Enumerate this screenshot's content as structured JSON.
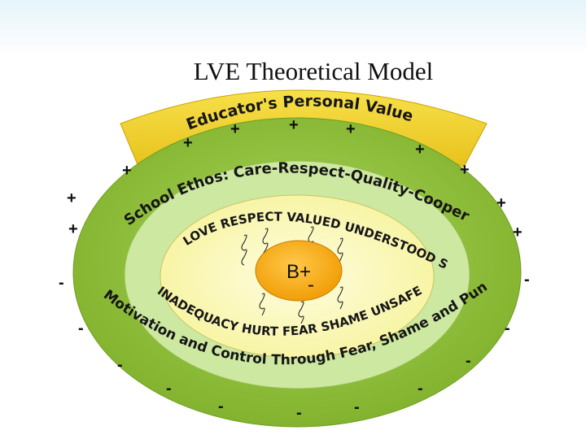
{
  "title": "LVE Theoretical Model",
  "educator_arc": "Educator's Personal Values",
  "ethos_arc": "School Ethos: Care-Respect-Quality-Cooperation",
  "positive_words": [
    "LOVE",
    "RESPECT",
    "VALUED",
    "UNDERSTOOD",
    "SAFE"
  ],
  "negative_words": [
    "INADEQUACY",
    "HURT",
    "FEAR",
    "SHAME",
    "UNSAFE"
  ],
  "punishment_arc": "Motivation and Control Through Fear, Shame and Punishment",
  "center": {
    "main": "B+",
    "sub": "-"
  },
  "plus_sign": "+",
  "minus_sign": "-",
  "colors": {
    "outer_green": "#8fc33a",
    "inner_light_green": "#c9e69a",
    "core_yellow": "#fdfbb0",
    "educator_band": "#f2d22e",
    "center_orange": "#f4a100"
  }
}
